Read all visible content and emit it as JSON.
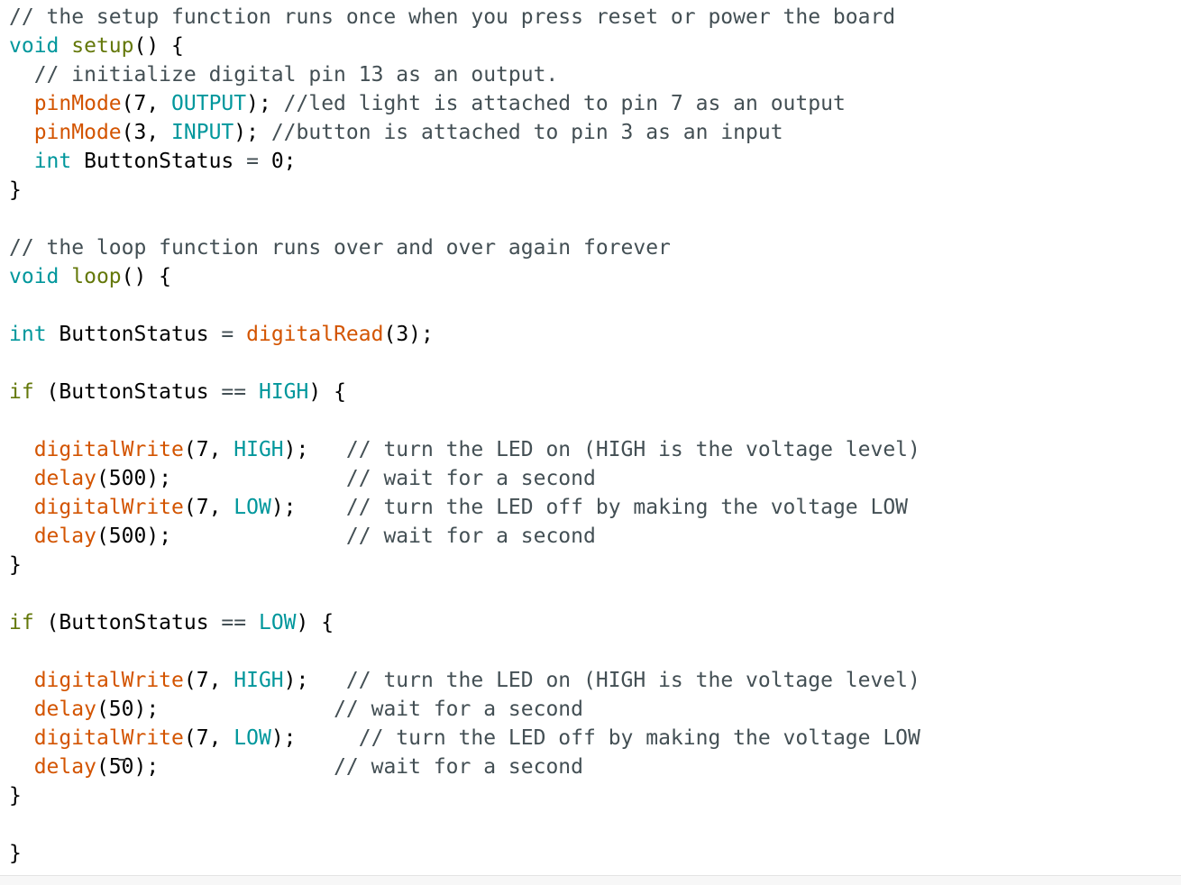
{
  "editor": {
    "background": "#ffffff",
    "palette": {
      "plain": "#000000",
      "comment": "#434f54",
      "operator": "#434f54",
      "keyword": "#00979C",
      "reserved": "#64780a",
      "function": "#D35400"
    },
    "lines": [
      [
        {
          "t": "// the setup function runs once when you press reset or power the board",
          "s": "comment"
        }
      ],
      [
        {
          "t": "void",
          "s": "keyword"
        },
        {
          "t": " ",
          "s": "plain"
        },
        {
          "t": "setup",
          "s": "reserved"
        },
        {
          "t": "() {",
          "s": "plain"
        }
      ],
      [
        {
          "t": "  ",
          "s": "plain"
        },
        {
          "t": "// initialize digital pin 13 as an output.",
          "s": "comment"
        }
      ],
      [
        {
          "t": "  ",
          "s": "plain"
        },
        {
          "t": "pinMode",
          "s": "function"
        },
        {
          "t": "(7, ",
          "s": "plain"
        },
        {
          "t": "OUTPUT",
          "s": "keyword"
        },
        {
          "t": "); ",
          "s": "plain"
        },
        {
          "t": "//led light is attached to pin 7 as an output",
          "s": "comment"
        }
      ],
      [
        {
          "t": "  ",
          "s": "plain"
        },
        {
          "t": "pinMode",
          "s": "function"
        },
        {
          "t": "(3, ",
          "s": "plain"
        },
        {
          "t": "INPUT",
          "s": "keyword"
        },
        {
          "t": "); ",
          "s": "plain"
        },
        {
          "t": "//button is attached to pin 3 as an input",
          "s": "comment"
        }
      ],
      [
        {
          "t": "  ",
          "s": "plain"
        },
        {
          "t": "int",
          "s": "keyword"
        },
        {
          "t": " ButtonStatus ",
          "s": "plain"
        },
        {
          "t": "=",
          "s": "operator"
        },
        {
          "t": " 0;",
          "s": "plain"
        }
      ],
      [
        {
          "t": "}",
          "s": "plain"
        }
      ],
      [],
      [
        {
          "t": "// the loop function runs over and over again forever",
          "s": "comment"
        }
      ],
      [
        {
          "t": "void",
          "s": "keyword"
        },
        {
          "t": " ",
          "s": "plain"
        },
        {
          "t": "loop",
          "s": "reserved"
        },
        {
          "t": "() {",
          "s": "plain"
        }
      ],
      [],
      [
        {
          "t": "int",
          "s": "keyword"
        },
        {
          "t": " ButtonStatus ",
          "s": "plain"
        },
        {
          "t": "=",
          "s": "operator"
        },
        {
          "t": " ",
          "s": "plain"
        },
        {
          "t": "digitalRead",
          "s": "function"
        },
        {
          "t": "(3);",
          "s": "plain"
        }
      ],
      [],
      [
        {
          "t": "if",
          "s": "reserved"
        },
        {
          "t": " (ButtonStatus ",
          "s": "plain"
        },
        {
          "t": "==",
          "s": "operator"
        },
        {
          "t": " ",
          "s": "plain"
        },
        {
          "t": "HIGH",
          "s": "keyword"
        },
        {
          "t": ") {",
          "s": "plain"
        }
      ],
      [],
      [
        {
          "t": "  ",
          "s": "plain"
        },
        {
          "t": "digitalWrite",
          "s": "function"
        },
        {
          "t": "(7, ",
          "s": "plain"
        },
        {
          "t": "HIGH",
          "s": "keyword"
        },
        {
          "t": ");   ",
          "s": "plain"
        },
        {
          "t": "// turn the LED on (HIGH is the voltage level)",
          "s": "comment"
        }
      ],
      [
        {
          "t": "  ",
          "s": "plain"
        },
        {
          "t": "delay",
          "s": "function"
        },
        {
          "t": "(500);              ",
          "s": "plain"
        },
        {
          "t": "// wait for a second",
          "s": "comment"
        }
      ],
      [
        {
          "t": "  ",
          "s": "plain"
        },
        {
          "t": "digitalWrite",
          "s": "function"
        },
        {
          "t": "(7, ",
          "s": "plain"
        },
        {
          "t": "LOW",
          "s": "keyword"
        },
        {
          "t": ");    ",
          "s": "plain"
        },
        {
          "t": "// turn the LED off by making the voltage LOW",
          "s": "comment"
        }
      ],
      [
        {
          "t": "  ",
          "s": "plain"
        },
        {
          "t": "delay",
          "s": "function"
        },
        {
          "t": "(500);              ",
          "s": "plain"
        },
        {
          "t": "// wait for a second",
          "s": "comment"
        }
      ],
      [
        {
          "t": "}",
          "s": "plain"
        }
      ],
      [],
      [
        {
          "t": "if",
          "s": "reserved"
        },
        {
          "t": " (ButtonStatus ",
          "s": "plain"
        },
        {
          "t": "==",
          "s": "operator"
        },
        {
          "t": " ",
          "s": "plain"
        },
        {
          "t": "LOW",
          "s": "keyword"
        },
        {
          "t": ") {",
          "s": "plain"
        }
      ],
      [],
      [
        {
          "t": "  ",
          "s": "plain"
        },
        {
          "t": "digitalWrite",
          "s": "function"
        },
        {
          "t": "(7, ",
          "s": "plain"
        },
        {
          "t": "HIGH",
          "s": "keyword"
        },
        {
          "t": ");   ",
          "s": "plain"
        },
        {
          "t": "// turn the LED on (HIGH is the voltage level)",
          "s": "comment"
        }
      ],
      [
        {
          "t": "  ",
          "s": "plain"
        },
        {
          "t": "delay",
          "s": "function"
        },
        {
          "t": "(50);              ",
          "s": "plain"
        },
        {
          "t": "// wait for a second",
          "s": "comment"
        }
      ],
      [
        {
          "t": "  ",
          "s": "plain"
        },
        {
          "t": "digitalWrite",
          "s": "function"
        },
        {
          "t": "(7, ",
          "s": "plain"
        },
        {
          "t": "LOW",
          "s": "keyword"
        },
        {
          "t": ");     ",
          "s": "plain"
        },
        {
          "t": "// turn the LED off by making the voltage LOW",
          "s": "comment"
        }
      ],
      [
        {
          "t": "  ",
          "s": "plain"
        },
        {
          "t": "delay",
          "s": "function"
        },
        {
          "t": "(50);              ",
          "s": "plain"
        },
        {
          "t": "// wait for a second",
          "s": "comment"
        }
      ],
      [
        {
          "t": "}",
          "s": "plain"
        }
      ],
      [],
      [
        {
          "t": "}",
          "s": "plain"
        }
      ]
    ]
  }
}
